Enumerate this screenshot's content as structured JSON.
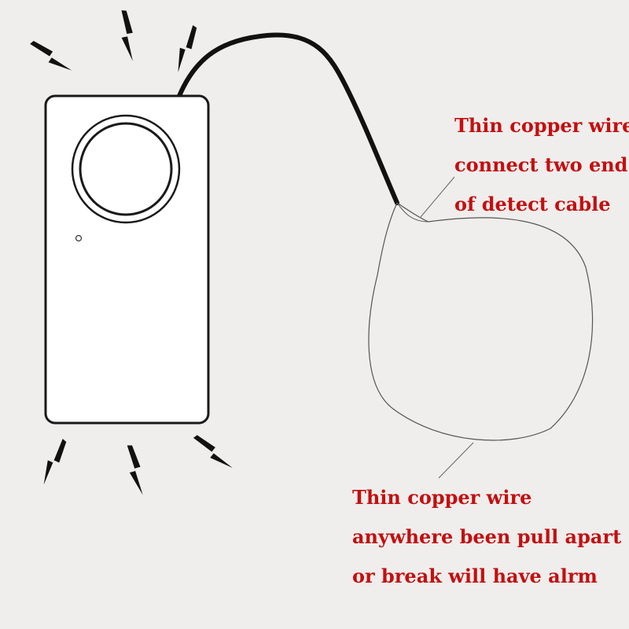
{
  "labels": {
    "top": [
      "Thin copper wire",
      "connect two end",
      "of detect cable"
    ],
    "bottom": [
      "Thin copper wire",
      "anywhere been pull apart",
      "or break will have alrm"
    ]
  },
  "colors": {
    "background": "#efeeec",
    "label_text": "#c40f10",
    "outline": "#1a1a1a",
    "device_fill": "#ffffff",
    "copper_wire": "#555555"
  },
  "icons": [
    "lightning-bolt-icon",
    "speaker-icon",
    "indicator-led-icon"
  ]
}
